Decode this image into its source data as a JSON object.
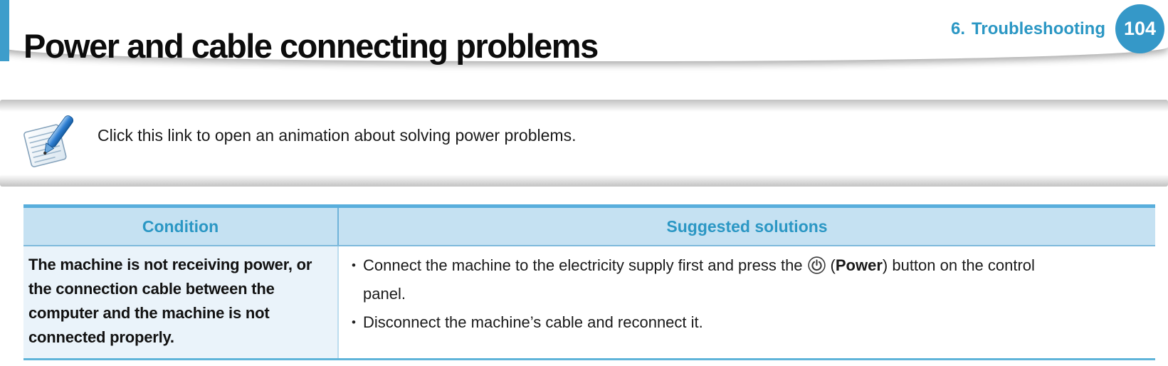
{
  "header": {
    "title": "Power and cable connecting problems",
    "section_number": "6.",
    "section_name": "Troubleshooting",
    "page_number": "104"
  },
  "note": {
    "icon": "note-pencil-icon",
    "text": "Click this link to open an animation about solving power problems."
  },
  "table": {
    "columns": {
      "condition": "Condition",
      "solutions": "Suggested solutions"
    },
    "bullet_char": "•",
    "rows": [
      {
        "condition": "The machine is not receiving power, or the connection cable between the computer and the machine is not connected properly.",
        "solutions": [
          {
            "text_before_icon": "Connect the machine to the electricity supply first and press the",
            "icon": "power-icon",
            "text_after_icon": "(",
            "bold_word": "Power",
            "text_after_bold": ") button on the control",
            "second_line": "panel."
          },
          {
            "text": "Disconnect the machine’s cable and reconnect it."
          }
        ]
      }
    ]
  },
  "colors": {
    "accent_bar_blue": "#3e9dcb",
    "section_text_blue": "#2b97c4",
    "page_badge_blue": "#3598c8",
    "table_top_border_blue": "#58aedc",
    "table_header_bg": "#c5e1f2",
    "table_header_text": "#2b97c4",
    "condition_cell_bg": "#eaf3fa",
    "table_bottom_border": "#5fb4d9"
  }
}
